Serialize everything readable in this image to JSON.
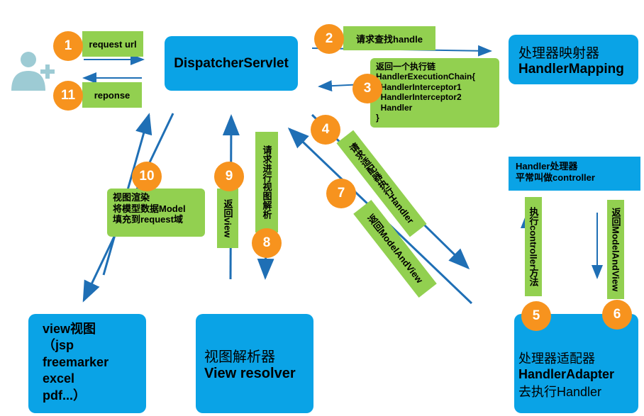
{
  "colors": {
    "blue": "#0aa3e6",
    "green": "#92d050",
    "orange": "#f7931e",
    "arrow": "#1f6fb5"
  },
  "icons": [
    "user-add-icon"
  ],
  "boxes": {
    "dispatcher": "DispatcherServlet",
    "handler_mapping_cn": "处理器映射器",
    "handler_mapping_en": "HandlerMapping",
    "handler_note": "Handler处理器\n平常叫做controller",
    "view": "view视图\n（jsp\nfreemarker\nexcel\npdf...）",
    "view_resolver_cn": "视图解析器",
    "view_resolver_en": "View resolver",
    "adapter_cn": "处理器适配器",
    "adapter_en": "HandlerAdapter",
    "adapter_exec": "去执行Handler"
  },
  "labels": {
    "s1": "request url",
    "s2": "请求查找handle",
    "s3": "返回一个执行链\nHandlerExecutionChain{\n  HandlerInterceptor1\n  HandlerInterceptor2\n  Handler\n}",
    "s4": "请求适配器执行Handler",
    "s5": "执行controller方法",
    "s6": "返回ModelAndView",
    "s7": "返回ModelAndView",
    "s8": "请求进行视图解析",
    "s9": "返回view",
    "s10": "视图渲染\n将模型数据Model\n填充到request域",
    "s11": "reponse"
  },
  "steps": [
    "1",
    "2",
    "3",
    "4",
    "5",
    "6",
    "7",
    "8",
    "9",
    "10",
    "11"
  ]
}
